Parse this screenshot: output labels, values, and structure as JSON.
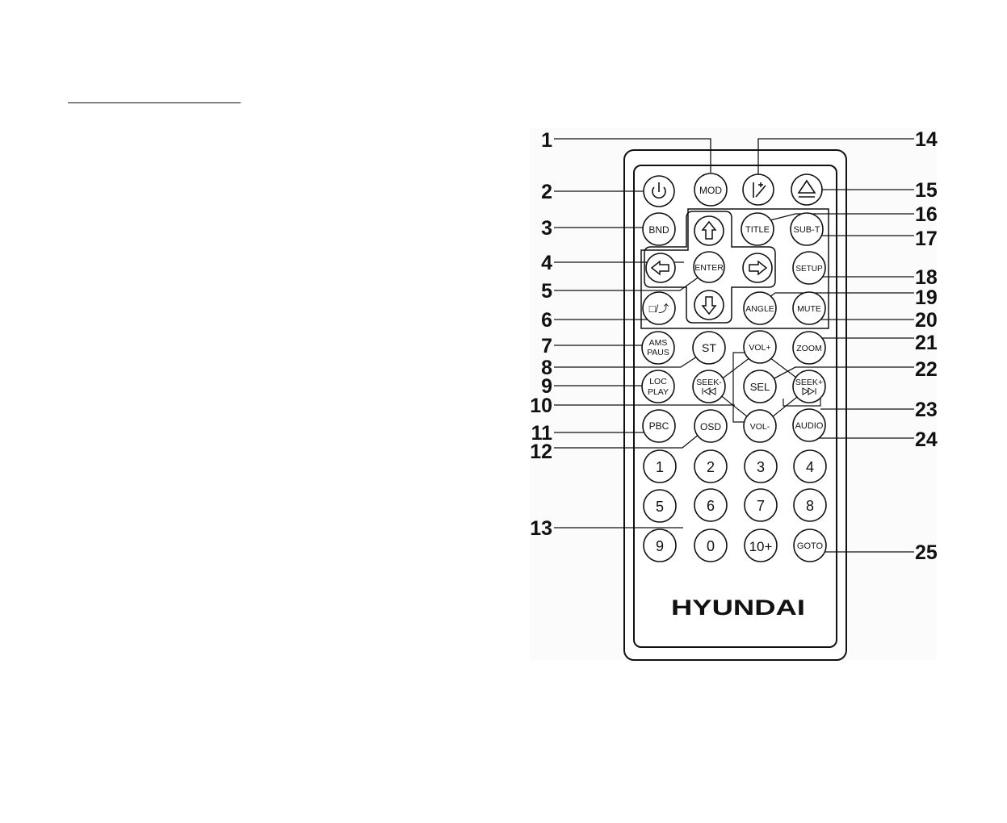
{
  "remote": {
    "brand": "HYUNDAI",
    "buttons": {
      "power": "power-icon",
      "mod": "MOD",
      "step": "step-icon",
      "eject": "eject-icon",
      "bnd": "BND",
      "title": "TITLE",
      "sub_t": "SUB-T",
      "up": "arrow-up-icon",
      "left": "arrow-left-icon",
      "enter": "ENTER",
      "right": "arrow-right-icon",
      "down": "arrow-down-icon",
      "setup": "SETUP",
      "stop_return": "□/⤴",
      "angle": "ANGLE",
      "mute": "MUTE",
      "ams_paus_1": "AMS",
      "ams_paus_2": "PAUS",
      "st": "ST",
      "vol_plus": "VOL+",
      "zoom": "ZOOM",
      "loc_play_1": "LOC",
      "loc_play_2": "PLAY",
      "seek_minus": "SEEK-",
      "sel": "SEL",
      "seek_plus": "SEEK+",
      "pbc": "PBC",
      "osd": "OSD",
      "vol_minus": "VOL-",
      "audio": "AUDIO",
      "num_1": "1",
      "num_2": "2",
      "num_3": "3",
      "num_4": "4",
      "num_5": "5",
      "num_6": "6",
      "num_7": "7",
      "num_8": "8",
      "num_9": "9",
      "num_0": "0",
      "num_10plus": "10+",
      "goto": "GOTO"
    }
  },
  "callouts": {
    "left": [
      "1",
      "2",
      "3",
      "4",
      "5",
      "6",
      "7",
      "8",
      "9",
      "10",
      "11",
      "12",
      "13"
    ],
    "right": [
      "14",
      "15",
      "16",
      "17",
      "18",
      "19",
      "20",
      "21",
      "22",
      "23",
      "24",
      "25"
    ]
  }
}
